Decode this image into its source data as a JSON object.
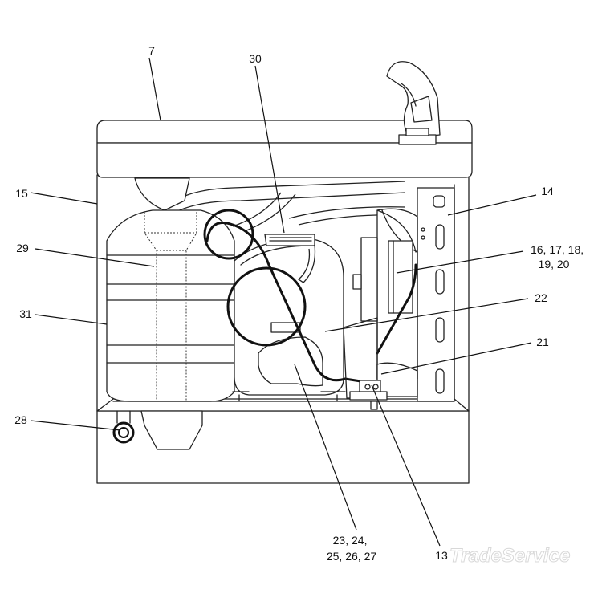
{
  "callouts": [
    {
      "id": "c7",
      "lines": [
        "7"
      ]
    },
    {
      "id": "c30",
      "lines": [
        "30"
      ]
    },
    {
      "id": "c15",
      "lines": [
        "15"
      ]
    },
    {
      "id": "c14",
      "lines": [
        "14"
      ]
    },
    {
      "id": "c29",
      "lines": [
        "29"
      ]
    },
    {
      "id": "c16",
      "lines": [
        "16, 17, 18,",
        "19, 20"
      ]
    },
    {
      "id": "c31",
      "lines": [
        "31"
      ]
    },
    {
      "id": "c22",
      "lines": [
        "22"
      ]
    },
    {
      "id": "c21",
      "lines": [
        "21"
      ]
    },
    {
      "id": "c28",
      "lines": [
        "28"
      ]
    },
    {
      "id": "c23",
      "lines": [
        "23, 24,",
        "25, 26, 27"
      ]
    },
    {
      "id": "c13",
      "lines": [
        "13"
      ]
    }
  ],
  "watermark": "TradeService",
  "colors": {
    "stroke": "#222222",
    "background": "#ffffff",
    "watermark": "#d8d8d8"
  }
}
